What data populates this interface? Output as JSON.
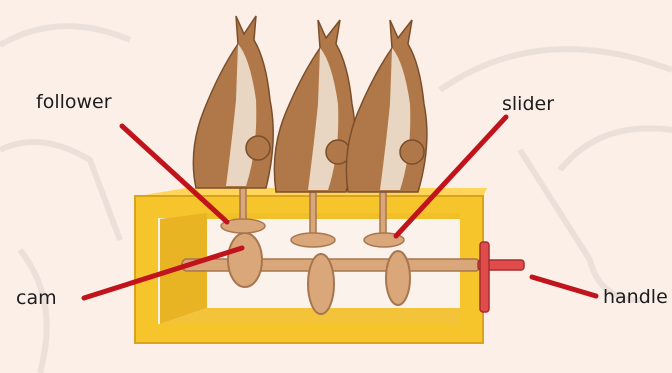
{
  "labels": {
    "follower": "follower",
    "slider": "slider",
    "cam": "cam",
    "handle": "handle"
  },
  "colors": {
    "background": "#fbefe8",
    "frame": "#f6c52c",
    "frame_dark": "#d9a31d",
    "wood": "#d9a77a",
    "wood_dark": "#a8764e",
    "leader_line": "#c0131b",
    "handle": "#e04b4b",
    "kangaroo": "#b07848"
  }
}
